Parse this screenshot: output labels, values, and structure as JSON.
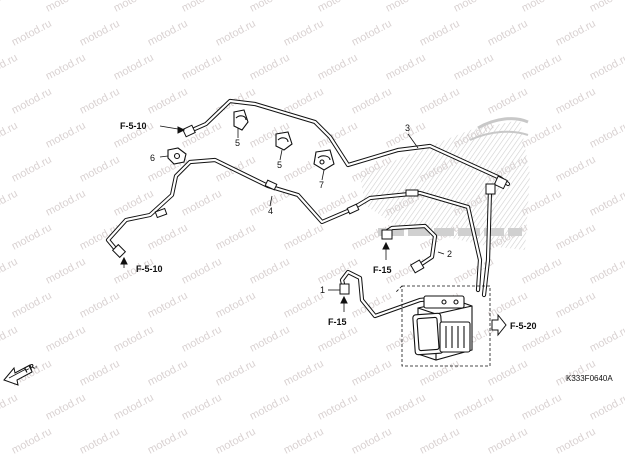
{
  "watermark": {
    "text": "motod.ru"
  },
  "callouts": {
    "p1": "1",
    "p2": "2",
    "p3": "3",
    "p4": "4",
    "p5a": "5",
    "p5b": "5",
    "p6": "6",
    "p7": "7"
  },
  "refs": {
    "top_left": "F-5-10",
    "bottom_left": "F-5-10",
    "mid_f15": "F-15",
    "low_f15": "F-15",
    "right": "F-5-20"
  },
  "direction": {
    "label": "FR."
  },
  "diagram_code": "K333F0640A",
  "icons": {
    "direction_arrow": "fr-arrow-icon",
    "ref_arrow": "outline-arrow-icon"
  }
}
